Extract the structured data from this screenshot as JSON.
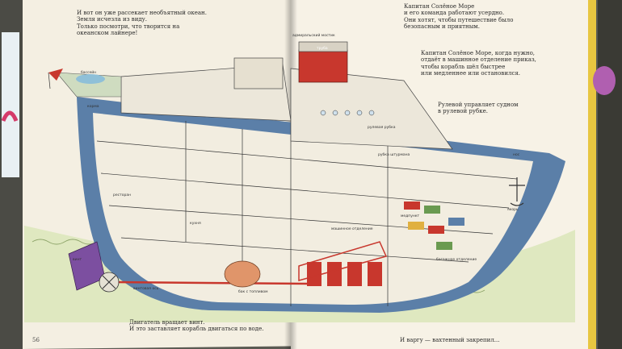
{
  "left_page": {
    "page_number": "56",
    "intro_text": [
      "И вот он уже рассекает необъятный океан.",
      "Земля исчезла из виду.",
      "Только посмотри, что творится на",
      "океанском лайнере!"
    ],
    "bottom_text": [
      "Двигатель вращает винт.",
      "И это заставляет корабль двигаться по воде."
    ]
  },
  "right_page": {
    "captain_team_text": [
      "Капитан Солёное Море",
      "и его команда работают усердно.",
      "Они хотят, чтобы путешествие было",
      "безопасным и приятным."
    ],
    "engine_order_text": [
      "Капитан Солёное Море, когда нужно,",
      "отдаёт в машинное отделение приказ,",
      "чтобы корабль шёл быстрее",
      "или медленнее или остановился."
    ],
    "helmsman_text": [
      "Рулевой управляет судном",
      "в рулевой рубке."
    ],
    "bottom_text": "И варгу — вахтенный закрепил..."
  },
  "ship_labels": {
    "admiral_bridge": "адмиральский мостик",
    "pipe": "труба",
    "wheelhouse": "рулевая рубка",
    "navigator_cabin": "рубка штурмана",
    "bow": "нос",
    "anchor": "якорь",
    "medic": "медпункт",
    "engine_room": "машинное отделение",
    "baggage_room": "багажное отделение",
    "kitchen": "кухня",
    "restaurant": "ресторан",
    "propeller": "винт",
    "propeller_shaft": "винтовая ось",
    "fuel_tank": "бак с топливом",
    "stern": "корма",
    "pool": "бассейн"
  },
  "colors": {
    "hull_blue": "#5b7fa8",
    "hull_dark": "#3f5d80",
    "funnel_red": "#c8372d",
    "sea_green": "#cfe0a8",
    "page_cream": "#f4efe2"
  }
}
